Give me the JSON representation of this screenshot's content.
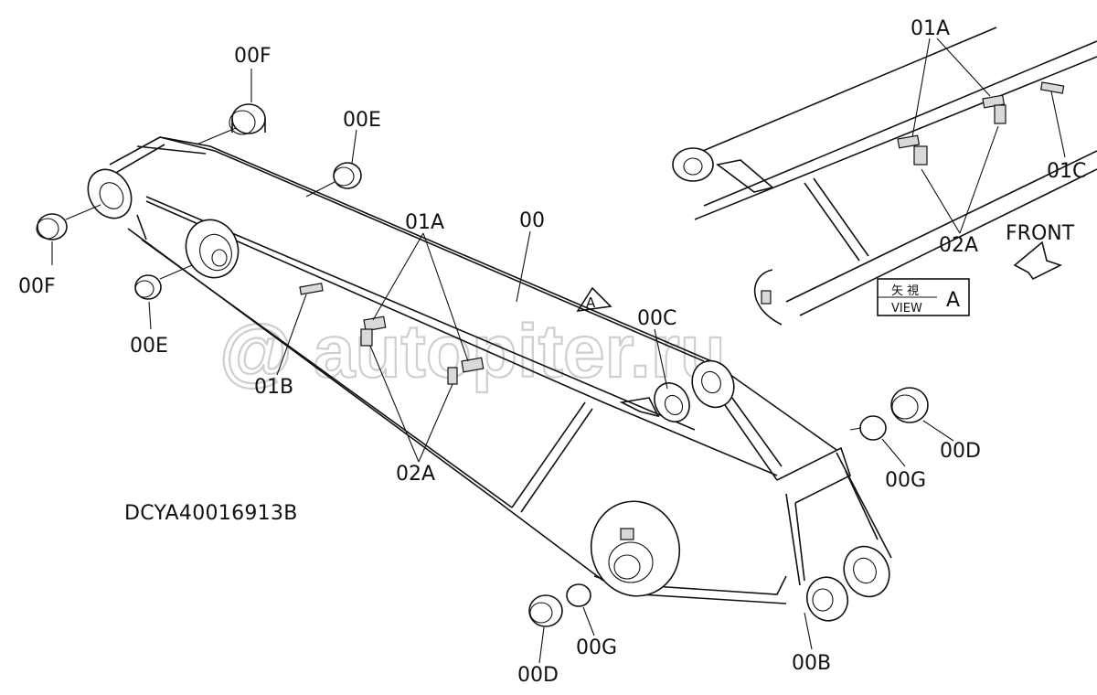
{
  "drawing": {
    "code": "DCYA40016913B",
    "watermark": "@ autopiter.ru",
    "front_label": "FRONT",
    "view_box_top": "矢 視",
    "view_box_bottom": "VIEW",
    "view_box_letter": "A",
    "view_marker": "A"
  },
  "callouts": [
    {
      "id": "00F",
      "text": "00F"
    },
    {
      "id": "00F-left",
      "text": "00F"
    },
    {
      "id": "00E",
      "text": "00E"
    },
    {
      "id": "00E-left",
      "text": "00E"
    },
    {
      "id": "01A",
      "text": "01A"
    },
    {
      "id": "01A-view",
      "text": "01A"
    },
    {
      "id": "00",
      "text": "00"
    },
    {
      "id": "01B",
      "text": "01B"
    },
    {
      "id": "02A",
      "text": "02A"
    },
    {
      "id": "02A-view",
      "text": "02A"
    },
    {
      "id": "00C",
      "text": "00C"
    },
    {
      "id": "01C",
      "text": "01C"
    },
    {
      "id": "00D-right",
      "text": "00D"
    },
    {
      "id": "00G-right",
      "text": "00G"
    },
    {
      "id": "00D-bottom",
      "text": "00D"
    },
    {
      "id": "00G-bottom",
      "text": "00G"
    },
    {
      "id": "00B",
      "text": "00B"
    }
  ]
}
